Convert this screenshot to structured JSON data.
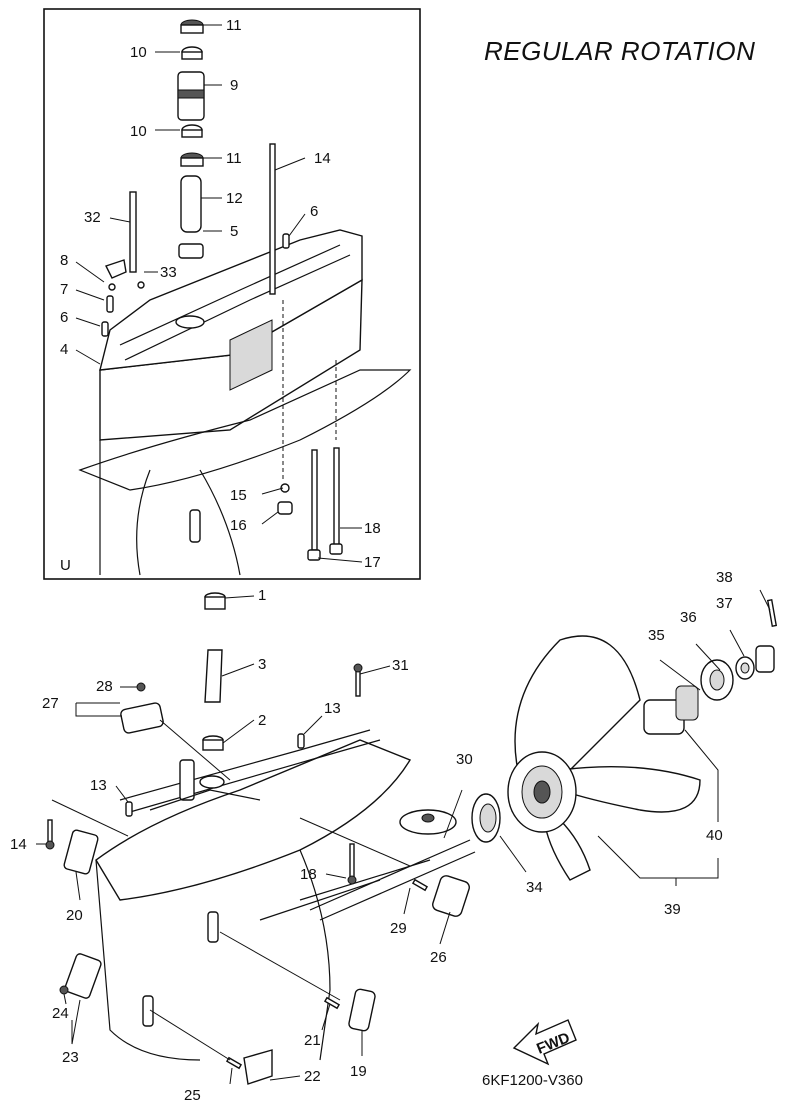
{
  "header": {
    "title": "REGULAR ROTATION"
  },
  "footer": {
    "code": "6KF1200-V360"
  },
  "inset": {
    "marker": "U"
  },
  "fwd_label": "FWD",
  "callouts": {
    "c1": "1",
    "c2": "2",
    "c3": "3",
    "c4": "4",
    "c5": "5",
    "c6a": "6",
    "c6b": "6",
    "c7": "7",
    "c8": "8",
    "c9": "9",
    "c10a": "10",
    "c10b": "10",
    "c11a": "11",
    "c11b": "11",
    "c12": "12",
    "c13a": "13",
    "c13b": "13",
    "c14a": "14",
    "c14b": "14",
    "c15": "15",
    "c16": "16",
    "c17": "17",
    "c18a": "18",
    "c18b": "18",
    "c19": "19",
    "c20": "20",
    "c21": "21",
    "c22": "22",
    "c23": "23",
    "c24": "24",
    "c25": "25",
    "c26": "26",
    "c27": "27",
    "c28": "28",
    "c29": "29",
    "c30": "30",
    "c31": "31",
    "c32": "32",
    "c33": "33",
    "c34": "34",
    "c35": "35",
    "c36": "36",
    "c37": "37",
    "c38": "38",
    "c39": "39",
    "c40": "40"
  }
}
